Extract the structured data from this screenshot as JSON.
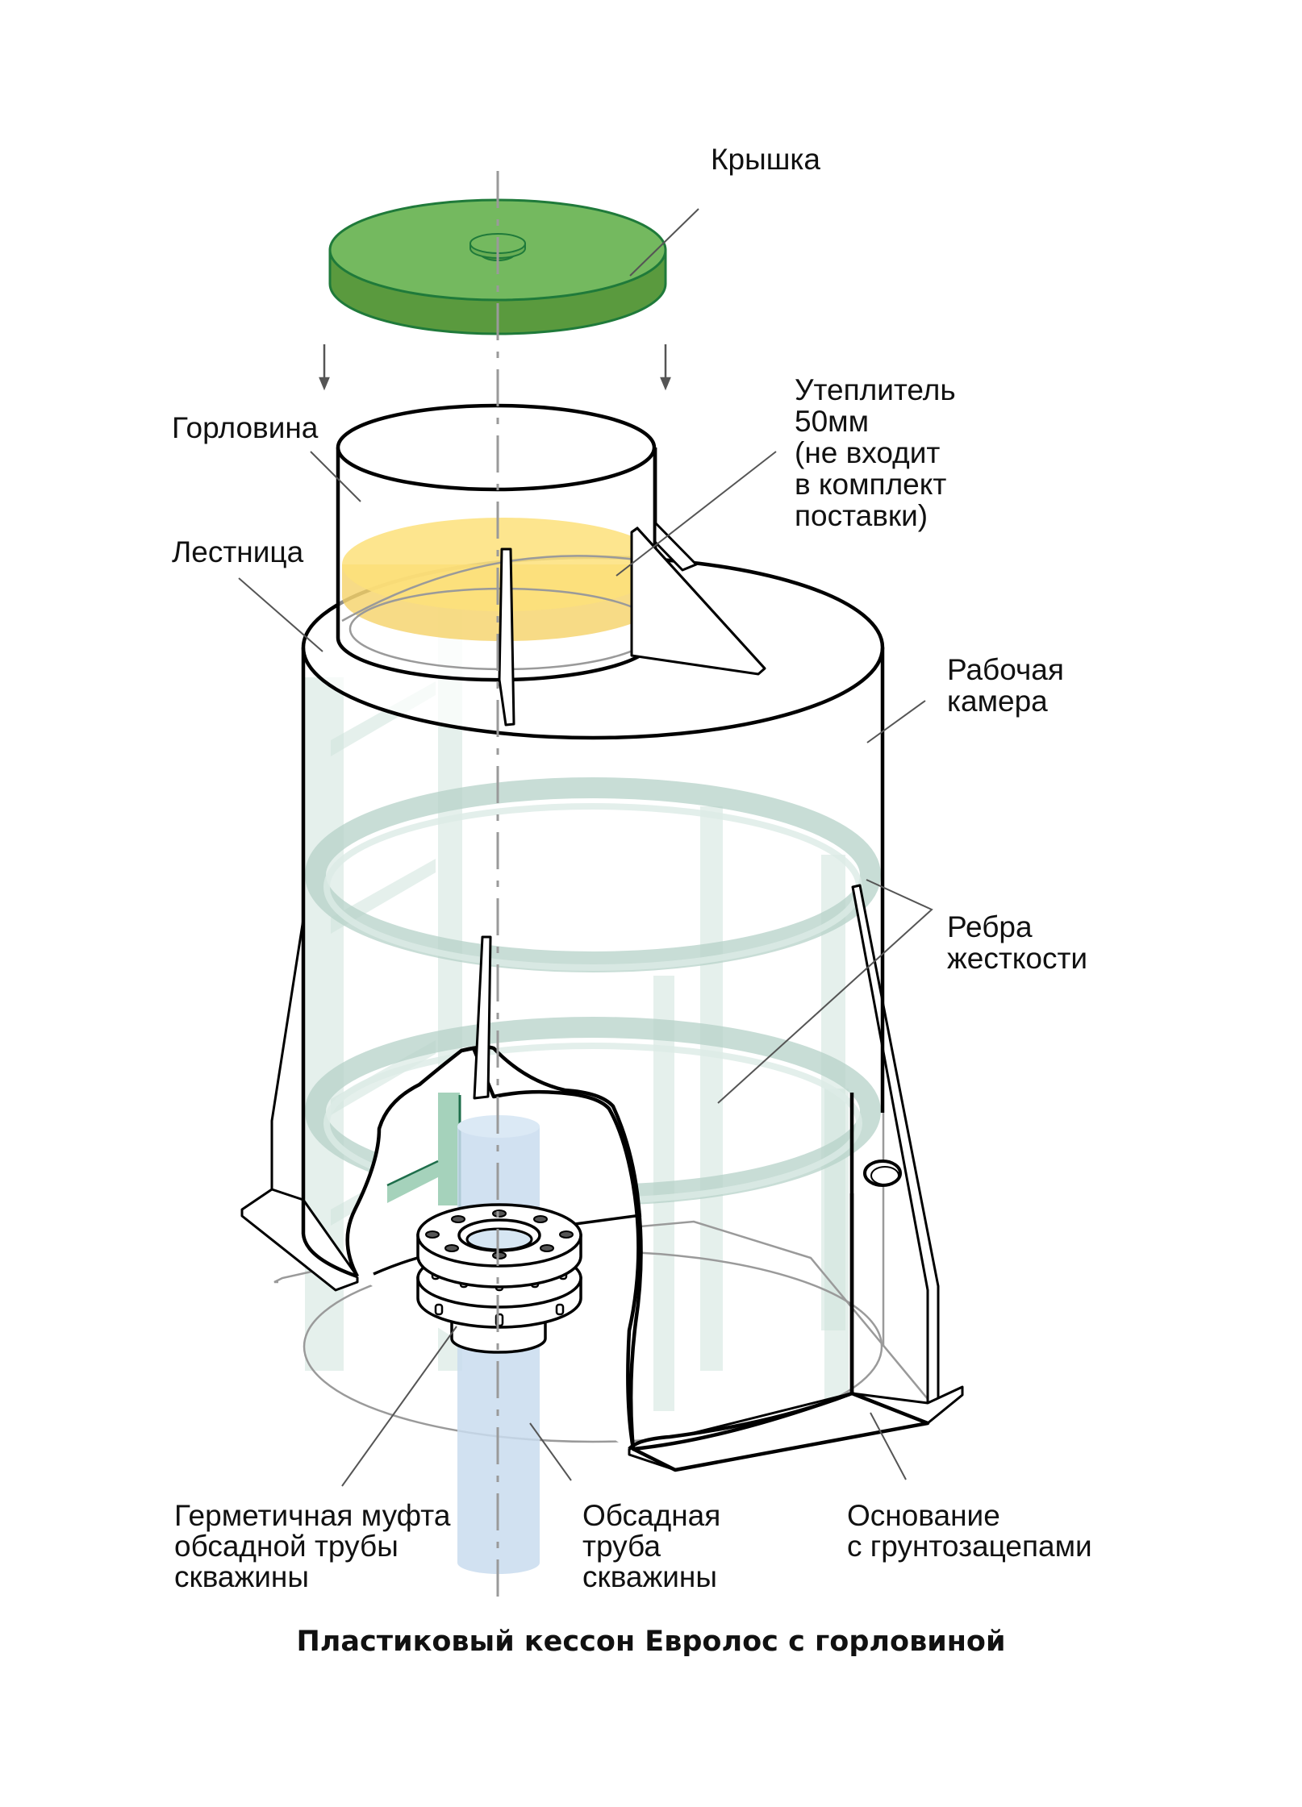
{
  "title": "Пластиковый кессон Евролос с горловиной",
  "labels": {
    "lid": "Крышка",
    "neck": "Горловина",
    "ladder": "Лестница",
    "insulation": [
      "Утеплитель",
      "50мм",
      "(не входит",
      "в комплект",
      "поставки)"
    ],
    "chamber": [
      "Рабочая",
      "камера"
    ],
    "ribs": [
      "Ребра",
      "жесткости"
    ],
    "coupling": [
      "Герметичная муфта",
      "обсадной трубы",
      "скважины"
    ],
    "casing": [
      "Обсадная",
      "труба",
      "скважины"
    ],
    "base": [
      "Основание",
      "с грунтозацепами"
    ]
  },
  "colors": {
    "lid_top": "#74b95f",
    "lid_side": "#5a9a3e",
    "lid_stroke": "#1f7a3a",
    "insulation": "#fde07a",
    "ribs": "#b5d2c8",
    "pipe": "#c9dcee",
    "ladder_accent": "#8fc7aa"
  }
}
